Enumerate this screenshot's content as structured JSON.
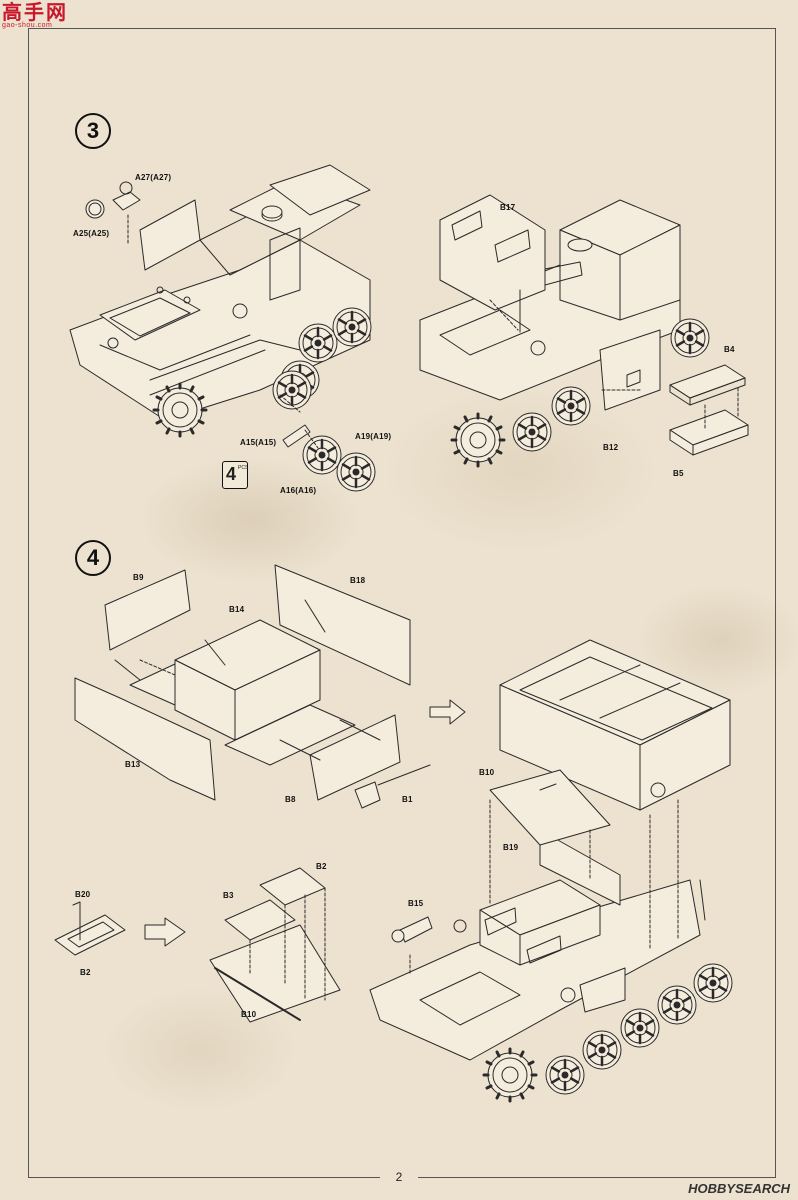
{
  "watermark_top": {
    "text": "高手网",
    "url": "gao-shou.com"
  },
  "watermark_bottom": "HOBBYSEARCH",
  "page_number": "2",
  "steps": [
    {
      "number": "3",
      "labels": {
        "a27": "A27(A27)",
        "a25": "A25(A25)",
        "a15": "A15(A15)",
        "a19": "A19(A19)",
        "a16": "A16(A16)",
        "b17": "B17",
        "b4": "B4",
        "b12": "B12",
        "b5": "B5"
      },
      "quantity": {
        "count": "4",
        "unit": "PCS"
      }
    },
    {
      "number": "4",
      "labels": {
        "b9": "B9",
        "b18": "B18",
        "b14": "B14",
        "b13": "B13",
        "b8": "B8",
        "b1": "B1",
        "b10_right": "B10",
        "b19": "B19",
        "b15": "B15",
        "b20": "B20",
        "b2_left": "B2",
        "b2_mid": "B2",
        "b3": "B3",
        "b10_mid": "B10"
      }
    }
  ],
  "colors": {
    "paper": "#ece2cf",
    "line": "#2a2a2a",
    "watermark": "#c8192c"
  }
}
